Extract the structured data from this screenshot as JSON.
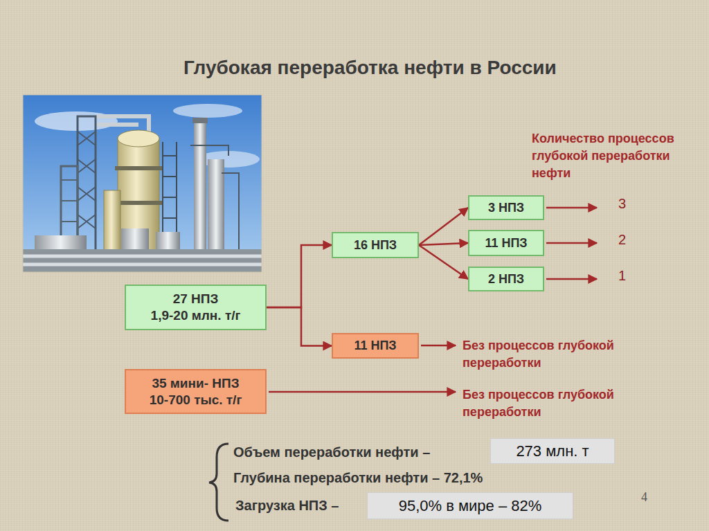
{
  "diagram": {
    "title": "Глубокая переработка нефти в России",
    "nodes": [
      {
        "text": [
          "27 НПЗ",
          "1,9-20 млн. т/г"
        ]
      },
      {
        "text": [
          "16 НПЗ"
        ]
      },
      {
        "text": [
          "3 НПЗ"
        ]
      },
      {
        "text": [
          "11 НПЗ"
        ]
      },
      {
        "text": [
          "2 НПЗ"
        ]
      },
      {
        "text": [
          "11 НПЗ"
        ]
      },
      {
        "text": [
          "35 мини- НПЗ",
          "10-700 тыс. т/г"
        ]
      },
      {
        "text": [
          "273 млн. т"
        ]
      },
      {
        "text": [
          "95,0% в мире – 82%"
        ]
      }
    ],
    "edges": [
      {
        "from": 0,
        "to": 1,
        "arrow": "to"
      },
      {
        "from": 0,
        "to": 5,
        "arrow": "to"
      },
      {
        "from": 1,
        "to": 2,
        "arrow": "to"
      },
      {
        "from": 1,
        "to": 3,
        "arrow": "to"
      },
      {
        "from": 1,
        "to": 4,
        "arrow": "to"
      }
    ],
    "labels": [
      "Количество процессов глубокой переработки нефти",
      "3",
      "2",
      "1",
      "Без процессов глубокой переработки",
      "Без процессов глубокой переработки",
      "Объем переработки нефти –",
      "Глубина переработки нефти – 72,1%",
      "Загрузка НПЗ –",
      "4"
    ]
  }
}
